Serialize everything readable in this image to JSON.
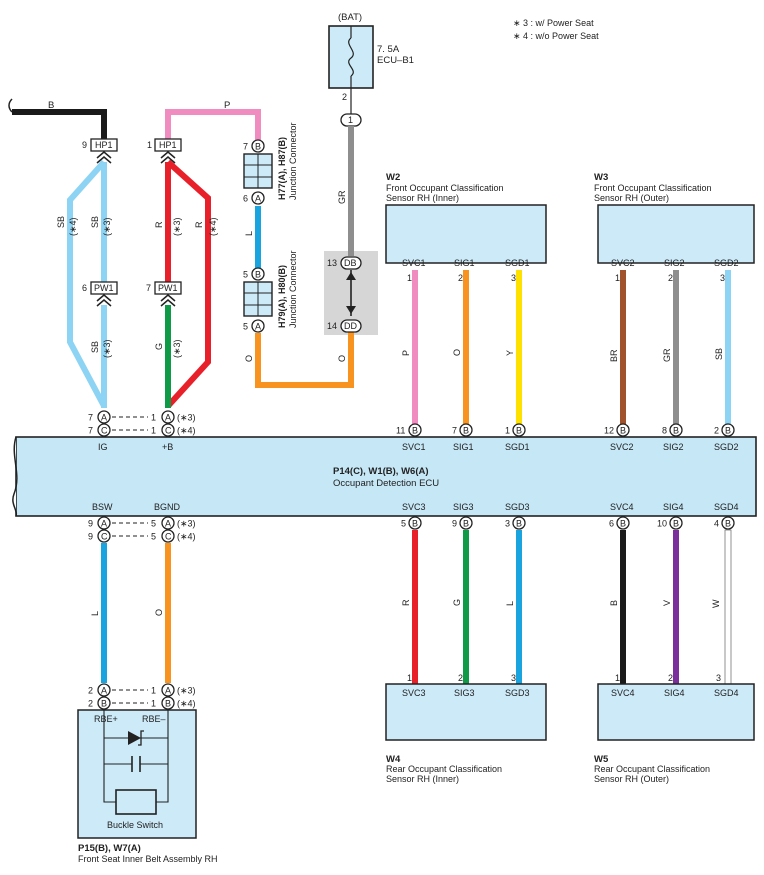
{
  "notes": {
    "n3": "∗ 3 : w/ Power Seat",
    "n4": "∗ 4 : w/o Power Seat"
  },
  "power": {
    "bat": "(BAT)",
    "fuse_rating": "7. 5A",
    "fuse_name": "ECU–B1",
    "pin_fuse": "2",
    "pin_bus": "1"
  },
  "colors": {
    "B": "#1a1a1a",
    "P": "#f08cc0",
    "SB": "#8dd3f3",
    "R": "#e8202a",
    "G": "#0f9a48",
    "L": "#19a4e0",
    "O": "#f7931e",
    "GR": "#8e8e8e",
    "Y": "#ffe100",
    "BR": "#a0522d",
    "V": "#7b2f9d",
    "W": "#ffffff",
    "ecu_fill": "#c5e7f6",
    "box_fill": "#cdeaf8",
    "stroke": "#222222"
  },
  "wires": {
    "B": "B",
    "P": "P",
    "SB1": "SB",
    "SB2": "SB",
    "SB3": "SB",
    "R1": "R",
    "R2": "R",
    "G": "G",
    "L_jc": "L",
    "O_jc": "O",
    "GR": "GR",
    "BSW_L": "L",
    "BGND_O": "O",
    "SVC1": "P",
    "SIG1": "O",
    "SGD1": "Y",
    "SVC2": "BR",
    "SIG2": "GR",
    "SGD2": "SB",
    "SVC3": "R",
    "SIG3": "G",
    "SGD3": "L",
    "SVC4": "B",
    "SIG4": "V",
    "SGD4": "W",
    "n4": "(∗4)",
    "n3": "(∗3)"
  },
  "connectors": {
    "hp1": "HP1",
    "pw1": "PW1",
    "hp1_left_pin": "9",
    "hp1_right_pin": "1",
    "pw1_left_pin": "6",
    "pw1_right_pin": "7",
    "jc1_line1": "H77(A), H87(B)",
    "jc1_line2": "Junction Connector",
    "jc2_line1": "H79(A), H80(B)",
    "jc2_line2": "Junction Connector",
    "db": "DB",
    "dd": "DD",
    "db_pin": "13",
    "dd_pin": "14",
    "pin7": "7",
    "pin6": "6",
    "pin5": "5",
    "pin5b": "5",
    "A": "A",
    "B": "B",
    "C": "C"
  },
  "ecu": {
    "title": "P14(C), W1(B), W6(A)",
    "subtitle": "Occupant Detection ECU",
    "top_pins": [
      {
        "label": "IG"
      },
      {
        "label": "+B"
      },
      {
        "label": "SVC1"
      },
      {
        "label": "SIG1"
      },
      {
        "label": "SGD1"
      },
      {
        "label": "SVC2"
      },
      {
        "label": "SIG2"
      },
      {
        "label": "SGD2"
      }
    ],
    "bottom_pins": [
      {
        "label": "BSW"
      },
      {
        "label": "BGND"
      },
      {
        "label": "SVC3"
      },
      {
        "label": "SIG3"
      },
      {
        "label": "SGD3"
      },
      {
        "label": "SVC4"
      },
      {
        "label": "SIG4"
      },
      {
        "label": "SGD4"
      }
    ],
    "pins": {
      "ig_a": "7",
      "ig_c": "7",
      "b_a": "1",
      "b_c": "1",
      "svc1": "11",
      "sig1": "7",
      "sgd1": "1",
      "svc2": "12",
      "sig2": "8",
      "sgd2": "2",
      "bsw_a": "9",
      "bsw_c": "9",
      "bgnd_a": "5",
      "bgnd_c": "5",
      "svc3": "5",
      "sig3": "9",
      "sgd3": "3",
      "svc4": "6",
      "sig4": "10",
      "sgd4": "4"
    }
  },
  "sensors": {
    "w2": {
      "id": "W2",
      "name1": "Front Occupant Classification",
      "name2": "Sensor RH (Inner)",
      "terms": [
        "SVC1",
        "SIG1",
        "SGD1"
      ],
      "pins": [
        "1",
        "2",
        "3"
      ]
    },
    "w3": {
      "id": "W3",
      "name1": "Front Occupant Classification",
      "name2": "Sensor RH (Outer)",
      "terms": [
        "SVC2",
        "SIG2",
        "SGD2"
      ],
      "pins": [
        "1",
        "2",
        "3"
      ]
    },
    "w4": {
      "id": "W4",
      "name1": "Rear Occupant Classification",
      "name2": "Sensor RH (Inner)",
      "terms": [
        "SVC3",
        "SIG3",
        "SGD3"
      ],
      "pins": [
        "1",
        "2",
        "3"
      ]
    },
    "w5": {
      "id": "W5",
      "name1": "Rear Occupant Classification",
      "name2": "Sensor RH (Outer)",
      "terms": [
        "SVC4",
        "SIG4",
        "SGD4"
      ],
      "pins": [
        "1",
        "2",
        "3"
      ]
    }
  },
  "buckle": {
    "rbe_plus": "RBE+",
    "rbe_minus": "RBE–",
    "switch": "Buckle Switch",
    "id": "P15(B), W7(A)",
    "name": "Front Seat Inner Belt Assembly RH",
    "pins": {
      "l_a": "2",
      "l_b": "2",
      "r_a": "1",
      "r_b": "1"
    }
  }
}
